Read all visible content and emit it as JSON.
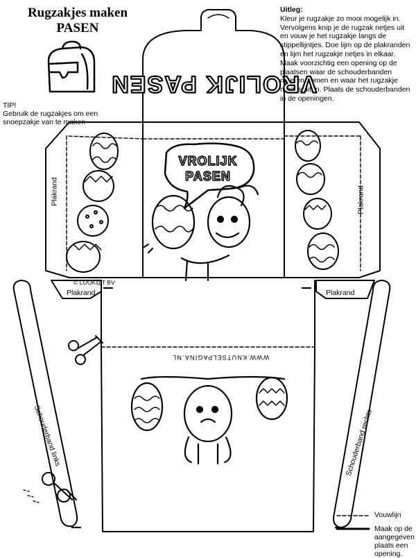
{
  "header": {
    "title_line1": "Rugzakjes maken",
    "title_line2": "PASEN"
  },
  "tip": {
    "label": "TIP!",
    "text": "Gebruik de rugzakjes om een snoepzakje van te maken"
  },
  "instructions": {
    "heading": "Uitleg:",
    "body": "Kleur je rugzakje zo mooi mogelijk in. Vervolgens knip je de rugzak netjes uit en vouw je het rugzakje langs de stippellijntjes. Doe lijm op de plakranden en lijm het rugzakje netjes in elkaar. Maak voorzichtig een opening op de plaatsen waar de schouderbanden moeten komen en waar het rugzakje moet sluiten.  Plaats de schouderbanden in de openingen."
  },
  "flap_text": "VROLIJK PASEN",
  "bubble_text": {
    "line1": "VROLIJK",
    "line2": "PASEN"
  },
  "labels": {
    "plakrand": "Plakrand",
    "copyright": "© LOOK@T BV",
    "website": "WWW.KNUTSELPAGINA.NL",
    "strap_left": "Schouderband links",
    "strap_right": "Schouderband rechts"
  },
  "legend": {
    "fold": "Vouwlijn",
    "cut": "Maak op de aangegeven plaats een opening."
  },
  "icons": [
    "backpack-icon",
    "scissors-icon",
    "easter-egg-icon",
    "easter-bunny-icon"
  ]
}
